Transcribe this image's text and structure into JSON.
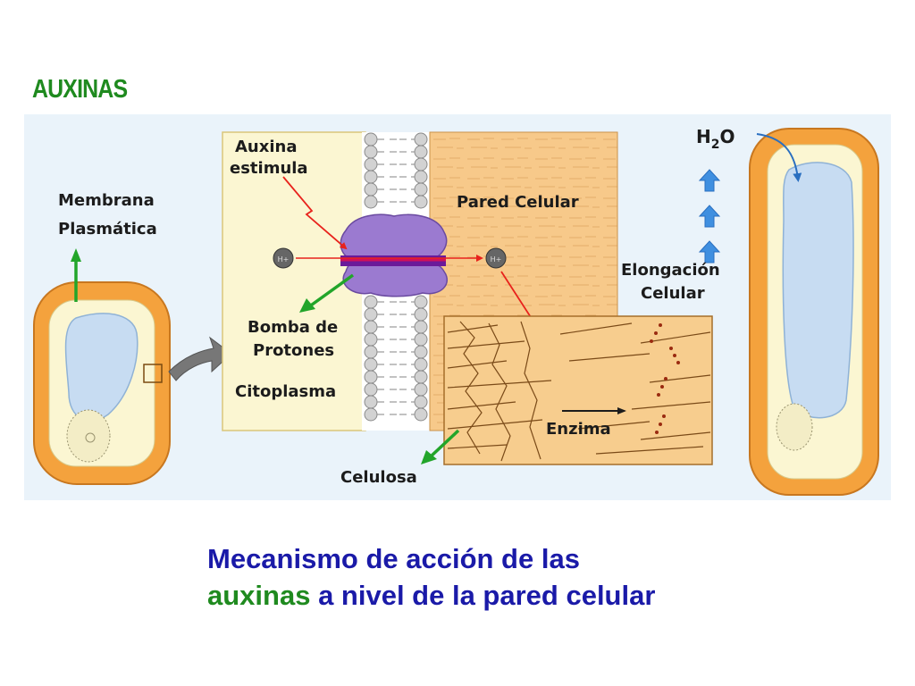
{
  "slide": {
    "title": "AUXINAS",
    "caption": {
      "line1": "Mecanismo de acción de las",
      "line2_highlight": "auxinas",
      "line2_rest": " a nivel de la pared celular"
    }
  },
  "diagram": {
    "labels": {
      "membrane_1": "Membrana",
      "membrane_2": "Plasmática",
      "auxin_1": "Auxina",
      "auxin_2": "estimula",
      "pump_1": "Bomba de",
      "pump_2": "Protones",
      "cytoplasm": "Citoplasma",
      "cell_wall": "Pared Celular",
      "enzyme": "Enzima",
      "cellulose": "Celulosa",
      "water_base": "H",
      "water_sub": "2",
      "water_end": "O",
      "elongation_1": "Elongación",
      "elongation_2": "Celular",
      "proton": "H+"
    },
    "colors": {
      "background": "#eaf3fa",
      "cell_wall_orange": "#f4a23d",
      "cytoplasm": "#fbf6d2",
      "vacuole": "#c7dcf2",
      "wall_texture": "#f7c98a",
      "pump_purple": "#9b7ad0",
      "arrow_red": "#e8221c",
      "arrow_green": "#22a52a",
      "arrow_blue": "#3f8fe0"
    },
    "icons": [
      "arrow-icon",
      "lightning-arrow-icon",
      "proton-icon",
      "up-arrow-icon"
    ]
  }
}
